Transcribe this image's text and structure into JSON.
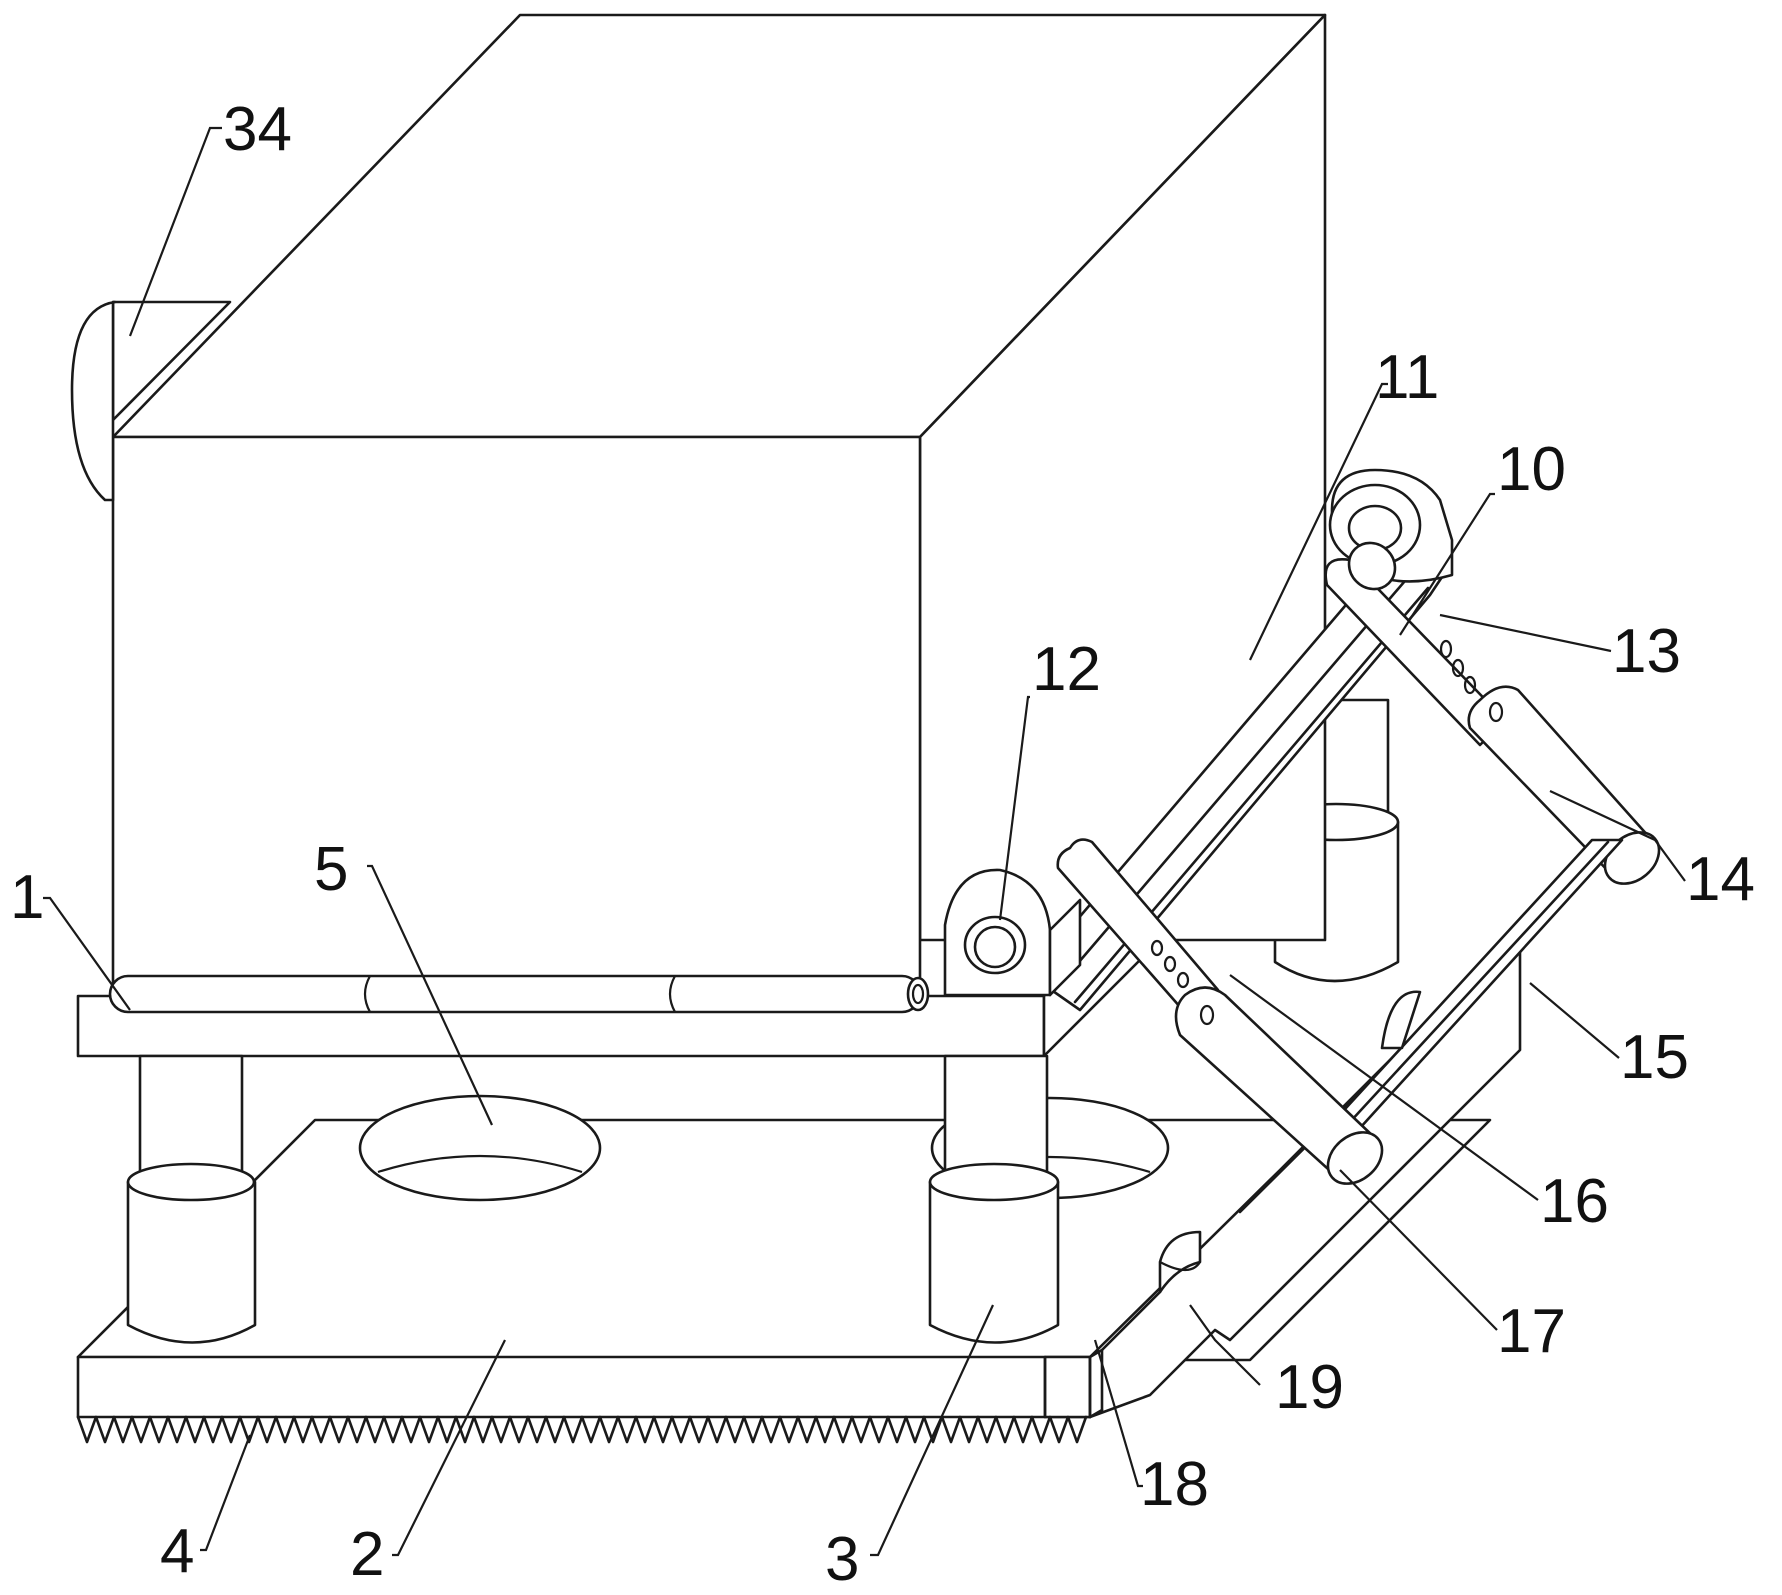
{
  "figure": {
    "background": "#ffffff",
    "stroke_color": "#1a1a1a"
  },
  "labels": {
    "l34": "34",
    "l11": "11",
    "l10": "10",
    "l12": "12",
    "l13": "13",
    "l14": "14",
    "l1": "1",
    "l5": "5",
    "l15": "15",
    "l16": "16",
    "l17": "17",
    "l19": "19",
    "l18": "18",
    "l4": "4",
    "l2": "2",
    "l3": "3"
  }
}
